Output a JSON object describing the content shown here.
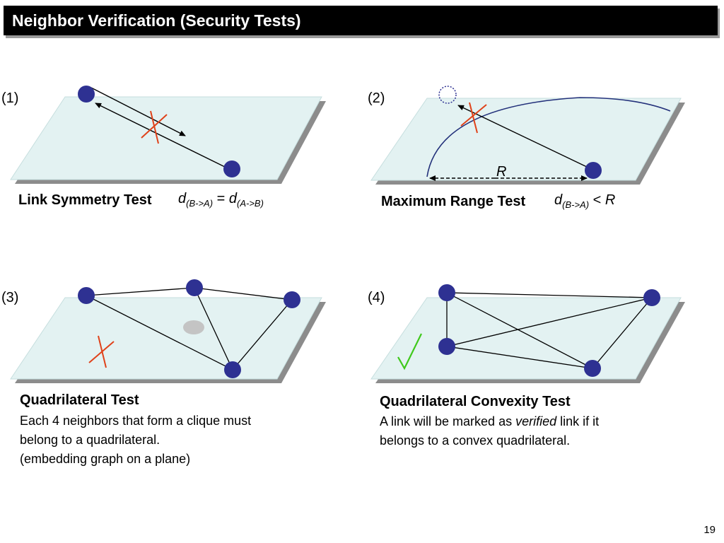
{
  "slide": {
    "title": "Neighbor Verification (Security Tests)",
    "page_number": "19"
  },
  "panels": {
    "p1": {
      "number": "(1)",
      "heading": "Link Symmetry Test",
      "formula": {
        "d1": "d",
        "sub1": "(B->A)",
        "op": "=",
        "d2": "d",
        "sub2": "(A->B)"
      }
    },
    "p2": {
      "number": "(2)",
      "heading": "Maximum Range Test",
      "range_label": "R",
      "formula": {
        "d1": "d",
        "sub1": "(B->A)",
        "op": "<",
        "rhs": "R"
      }
    },
    "p3": {
      "number": "(3)",
      "heading": "Quadrilateral Test",
      "lines": [
        "Each 4 neighbors that form a clique must",
        "belong to a quadrilateral.",
        "(embedding graph on a plane)"
      ]
    },
    "p4": {
      "number": "(4)",
      "heading": "Quadrilateral Convexity Test",
      "line1_pre": "A link will be marked as",
      "line1_em": "verified",
      "line1_post": "link if it",
      "line2": "belongs to a convex quadrilateral."
    }
  },
  "colors": {
    "plane_fill": "#e3f2f2",
    "plane_shadow": "#8c8c8c",
    "node": "#2e3192",
    "cross": "#e0421a",
    "check": "#3fc91b",
    "arc": "#22307a",
    "ghost_node": "#c4c4c4"
  }
}
